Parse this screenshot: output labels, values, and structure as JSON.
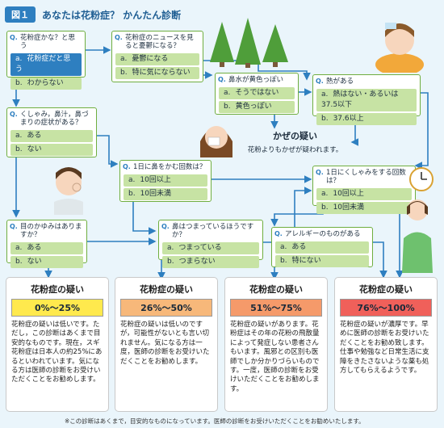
{
  "header": {
    "fig_label": "図１",
    "title": "あなたは花粉症？ かんたん診断"
  },
  "q1": {
    "question": "花粉症かな？と思う",
    "opts": [
      {
        "key": "a.",
        "text": "花粉症だと思う"
      },
      {
        "key": "b.",
        "text": "わからない"
      }
    ]
  },
  "q2": {
    "question": "花粉症のニュースを見ると憂鬱になる？",
    "opts": [
      {
        "key": "a.",
        "text": "憂鬱になる"
      },
      {
        "key": "b.",
        "text": "特に気にならない"
      }
    ]
  },
  "q3": {
    "question": "鼻水が黄色っぽい",
    "opts": [
      {
        "key": "a.",
        "text": "そうではない"
      },
      {
        "key": "b.",
        "text": "黄色っぽい"
      }
    ]
  },
  "q4": {
    "question": "熱がある",
    "opts": [
      {
        "key": "a.",
        "text": "熱はない・あるいは37.5以下"
      },
      {
        "key": "b.",
        "text": "37.6以上"
      }
    ]
  },
  "q5": {
    "question": "くしゃみ，鼻汁，鼻づまりの症状がある？",
    "opts": [
      {
        "key": "a.",
        "text": "ある"
      },
      {
        "key": "b.",
        "text": "ない"
      }
    ]
  },
  "q6": {
    "question": "1日に鼻をかむ回数は？",
    "opts": [
      {
        "key": "a.",
        "text": "10回以上"
      },
      {
        "key": "b.",
        "text": "10回未満"
      }
    ]
  },
  "q7": {
    "question": "1日にくしゃみをする回数は？",
    "opts": [
      {
        "key": "a.",
        "text": "10回以上"
      },
      {
        "key": "b.",
        "text": "10回未満"
      }
    ]
  },
  "q8": {
    "question": "目のかゆみはありますか？",
    "opts": [
      {
        "key": "a.",
        "text": "ある"
      },
      {
        "key": "b.",
        "text": "ない"
      }
    ]
  },
  "q9": {
    "question": "鼻はつまっているほうですか？",
    "opts": [
      {
        "key": "a.",
        "text": "つまっている"
      },
      {
        "key": "b.",
        "text": "つまらない"
      }
    ]
  },
  "q10": {
    "question": "アレルギーのものがある",
    "opts": [
      {
        "key": "a.",
        "text": "ある"
      },
      {
        "key": "b.",
        "text": "特にない"
      }
    ]
  },
  "cold": {
    "title": "かぜの疑い",
    "body": "花粉よりもかぜが疑われます。"
  },
  "results": [
    {
      "title": "花粉症の疑い",
      "pct": "0%〜25%",
      "pct_color": "#ffe94d",
      "body": "花粉症の疑いは低いです。ただし，この診断はあくまで目安的なものです。現在，スギ花粉症は日本人の約25%にあるといわれています。気になる方は医師の診断をお受けいただくことをお勧めします。"
    },
    {
      "title": "花粉症の疑い",
      "pct": "26%〜50%",
      "pct_color": "#f7b87a",
      "body": "花粉症の疑いは低いのですが，可能性がないとも言い切れません。気になる方は一度，医師の診断をお受けいただくことをお勧めします。"
    },
    {
      "title": "花粉症の疑い",
      "pct": "51%〜75%",
      "pct_color": "#f59a6a",
      "body": "花粉症の疑いがあります。花粉症はその年の花粉の飛散量によって発症しない患者さんもいます。風邪との区別も医師でしか分かりづらいものです。一度，医師の診断をお受けいただくことをお勧めします。"
    },
    {
      "title": "花粉症の疑い",
      "pct": "76%〜100%",
      "pct_color": "#f0605a",
      "body": "花粉症の疑いが濃厚です。早めに医師の診断をお受けいただくことをお勧め致します。仕事や勉強など日常生活に支障をきたさないような薬も処方してもらえるようです。"
    }
  ],
  "footnote": "※この診断はあくまで，目安的なものになっています。医師の診断をお受けいただくことをお勧めいたします。",
  "colors": {
    "arrow": "#2e7fc0",
    "box_border": "#6fae3f",
    "option_bg": "#c7e3a4",
    "selected_bg": "#2e7fc0"
  }
}
